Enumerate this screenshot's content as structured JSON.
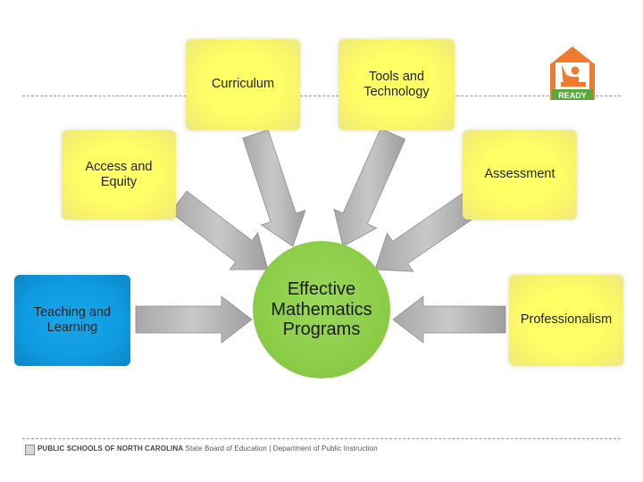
{
  "center": {
    "label": "Effective\nMathematics\nPrograms"
  },
  "boxes": {
    "curriculum": "Curriculum",
    "tools": "Tools and\nTechnology",
    "access": "Access and\nEquity",
    "assessment": "Assessment",
    "teaching": "Teaching and\nLearning",
    "professionalism": "Professionalism"
  },
  "logo": {
    "text": "READY"
  },
  "footer": {
    "org": "PUBLIC SCHOOLS OF NORTH CAROLINA",
    "rest": "State Board of Education | Department of Public Instruction"
  },
  "colors": {
    "box_yellow": "#ffff66",
    "box_blue": "#0f9be0",
    "circle_green": "#8acb45",
    "logo_orange": "#f07a2e"
  }
}
